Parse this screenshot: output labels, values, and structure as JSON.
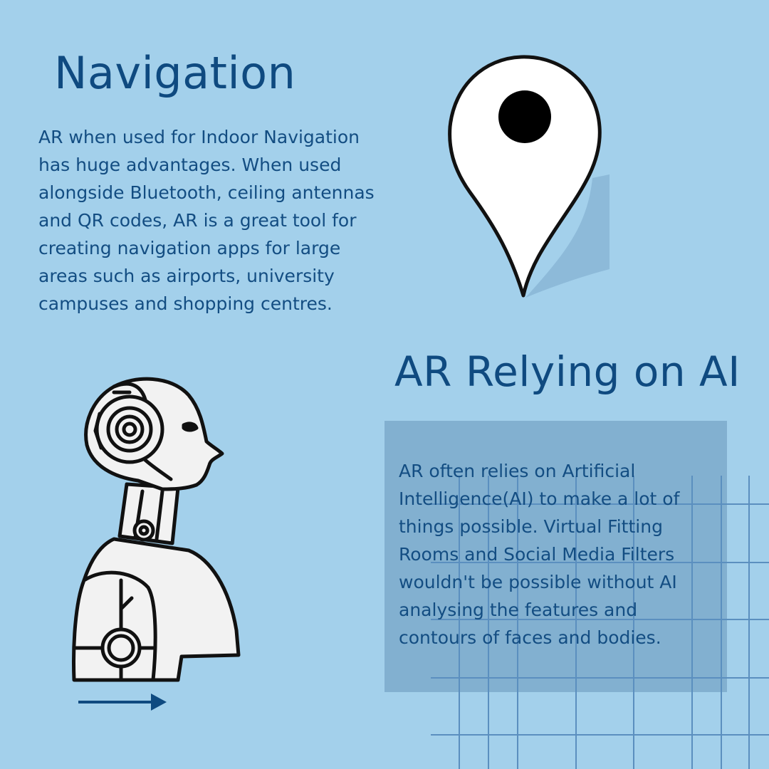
{
  "colors": {
    "background": "#a3d0eb",
    "title": "#0f4a80",
    "text": "#134d82",
    "box": "#82b0d0",
    "grid": "#5b8fbf",
    "outline": "#111111"
  },
  "navigation": {
    "title": "Navigation",
    "body": "AR when used for Indoor Navigation has huge advantages. When used alongside Bluetooth, ceiling antennas and QR codes, AR is a great tool for creating navigation apps for large areas such as airports, university campuses and shopping centres."
  },
  "ai": {
    "title": "AR Relying on AI",
    "body": "AR often relies on Artificial Intelligence(AI) to make a lot of things possible. Virtual Fitting Rooms and Social Media Filters wouldn't be possible without AI analysing the features and contours of faces and bodies."
  },
  "icons": {
    "pin": "location-pin-icon",
    "robot": "robot-illustration",
    "arrow": "arrow-right-icon"
  }
}
